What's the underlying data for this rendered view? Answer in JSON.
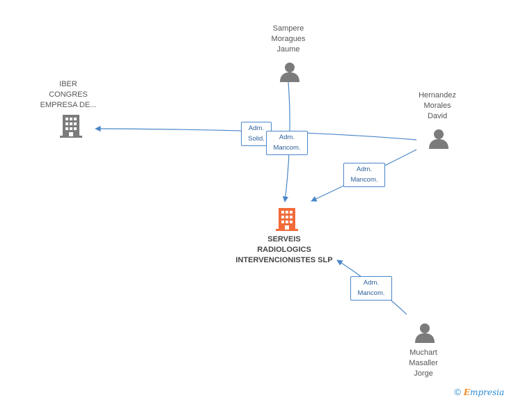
{
  "colors": {
    "edge": "#4a86c8",
    "person_icon": "#7b7b7b",
    "company_icon": "#7b7b7b",
    "main_company_icon": "#f26b3a"
  },
  "nodes": {
    "sampere": {
      "lines": [
        "Sampere",
        "Moragues",
        "Jaume"
      ],
      "icon": "person-icon"
    },
    "iber": {
      "lines": [
        "IBER",
        "CONGRES",
        "EMPRESA DE..."
      ],
      "icon": "building-icon"
    },
    "hernandez": {
      "lines": [
        "Hernandez",
        "Morales",
        "David"
      ],
      "icon": "person-icon"
    },
    "serveis": {
      "lines": [
        "SERVEIS",
        "RADIOLOGICS",
        "INTERVENCIONISTES SLP"
      ],
      "icon": "building-icon"
    },
    "muchart": {
      "lines": [
        "Muchart",
        "Masaller",
        "Jorge"
      ],
      "icon": "person-icon"
    }
  },
  "edges": {
    "adm_solid": {
      "lines": [
        "Adm.",
        "Solid."
      ]
    },
    "adm_mancom_sampere": {
      "lines": [
        "Adm.",
        "Mancom."
      ]
    },
    "adm_mancom_hernandez": {
      "lines": [
        "Adm.",
        "Mancom."
      ]
    },
    "adm_mancom_muchart": {
      "lines": [
        "Adm.",
        "Mancom."
      ]
    }
  },
  "footer": {
    "copyright_symbol": "©",
    "brand_initial": "E",
    "brand_rest": "mpresia"
  }
}
